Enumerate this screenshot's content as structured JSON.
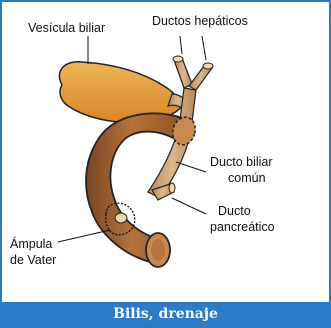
{
  "labels": {
    "gallbladder": "Vesícula biliar",
    "hepatic_ducts": "Ductos hepáticos",
    "common_bile_duct_line1": "Ducto biliar",
    "common_bile_duct_line2": "común",
    "pancreatic_duct_line1": "Ducto",
    "pancreatic_duct_line2": "pancreático",
    "ampulla_line1": "Ámpula",
    "ampulla_line2": "de Vater"
  },
  "caption": "Bilis, drenaje",
  "colors": {
    "frame": "#2b7cc6",
    "gallbladder": "#e0992f",
    "duodenum": "#a8682e",
    "duct": "#cfa57a",
    "outline": "#222222"
  }
}
